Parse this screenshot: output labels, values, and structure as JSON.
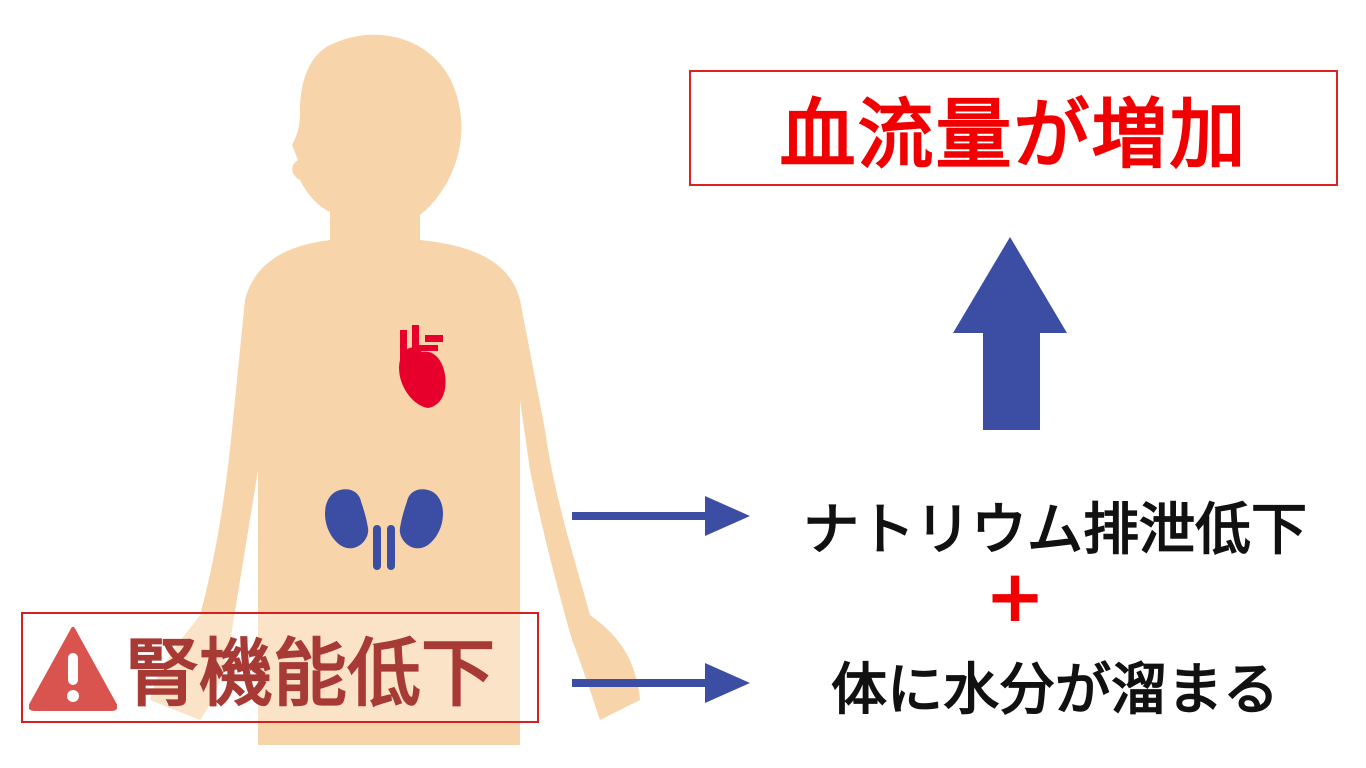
{
  "title": "血流量が増加",
  "warning": {
    "icon": "warning-triangle-icon",
    "label": "腎機能低下"
  },
  "effects": [
    "ナトリウム排泄低下",
    "体に水分が溜まる"
  ],
  "plus": "+",
  "colors": {
    "skin": "#f7d4aa",
    "arrow": "#3b4ea3",
    "red": "#f00000",
    "heart": "#e8002d",
    "kidney": "#3b4ea3",
    "warning": "#d9534f",
    "warning_text": "#a83a36"
  }
}
